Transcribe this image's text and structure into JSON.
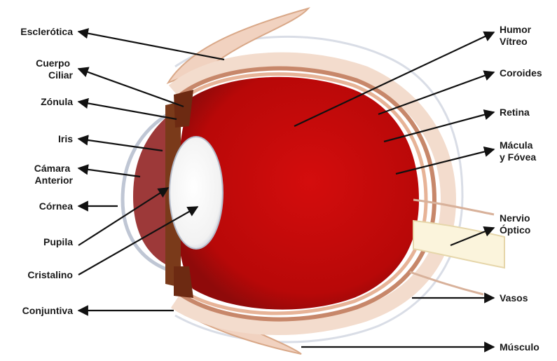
{
  "diagram": {
    "labels": {
      "esclerotica": "Esclerótica",
      "cuerpo_ciliar": [
        "Cuerpo",
        "Ciliar"
      ],
      "zonula": "Zónula",
      "iris": "Iris",
      "camara_anterior": [
        "Cámara",
        "Anterior"
      ],
      "cornea": "Córnea",
      "pupila": "Pupila",
      "cristalino": "Cristalino",
      "conjuntiva": "Conjuntiva",
      "humor_vitreo": [
        "Humor",
        "Vítreo"
      ],
      "coroides": "Coroides",
      "retina": "Retina",
      "macula_fovea": [
        "Mácula",
        "y Fóvea"
      ],
      "nervio_optico": [
        "Nervio",
        "Óptico"
      ],
      "vasos": "Vasos",
      "musculo": "Músculo"
    }
  }
}
